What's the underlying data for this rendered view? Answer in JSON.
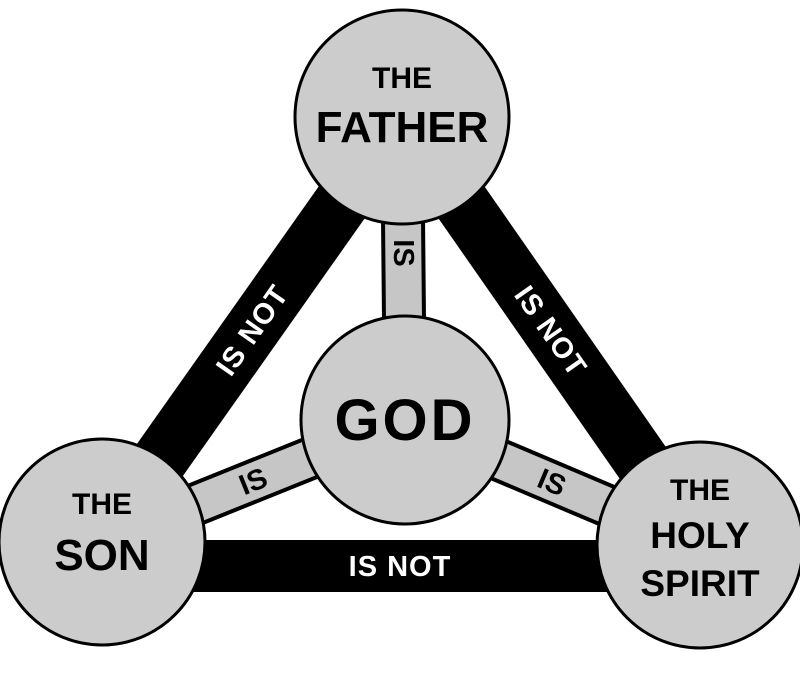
{
  "diagram": {
    "center_node": {
      "label": "GOD"
    },
    "outer_nodes": {
      "father": {
        "line1": "THE",
        "line2": "FATHER"
      },
      "son": {
        "line1": "THE",
        "line2": "SON"
      },
      "holy_spirit": {
        "line1": "THE",
        "line2": "HOLY",
        "line3": "SPIRIT"
      }
    },
    "edges": {
      "father_son": {
        "label": "IS NOT"
      },
      "father_holy_spirit": {
        "label": "IS NOT"
      },
      "son_holy_spirit": {
        "label": "IS NOT"
      },
      "god_father": {
        "label": "IS"
      },
      "god_son": {
        "label": "IS"
      },
      "god_holy_spirit": {
        "label": "IS"
      }
    },
    "colors": {
      "background": "#ffffff",
      "node_fill": "#cccccc",
      "node_stroke": "#000000",
      "is_not_band": "#000000",
      "is_band": "#c6c6c6",
      "is_not_label": "#ffffff",
      "is_label": "#000000"
    }
  }
}
